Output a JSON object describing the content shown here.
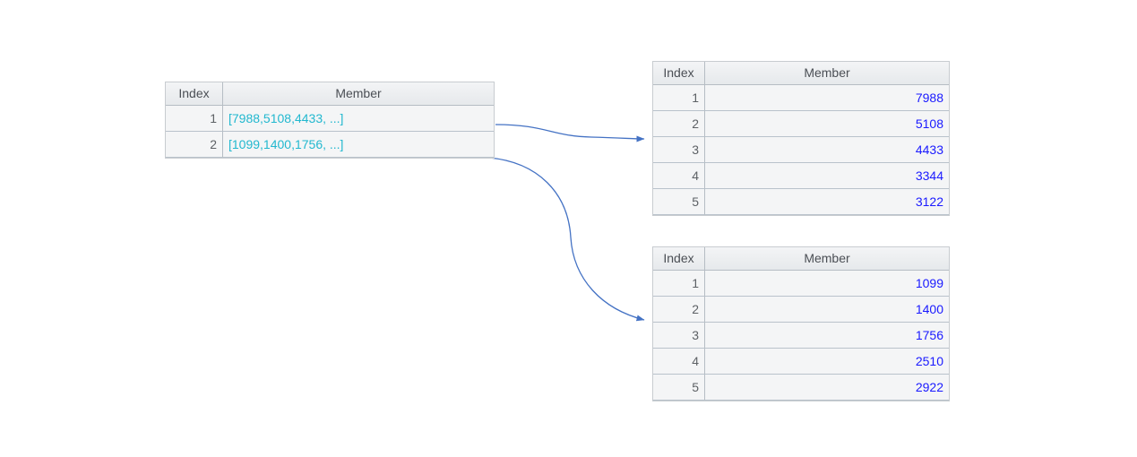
{
  "source_table": {
    "name": "source-collection-table",
    "columns": [
      "Index",
      "Member"
    ],
    "rows": [
      {
        "index": "1",
        "member": "[7988,5108,4433, ...]"
      },
      {
        "index": "2",
        "member": "[1099,1400,1756, ...]"
      }
    ]
  },
  "expanded_tables": [
    {
      "name": "expanded-members-table-1",
      "columns": [
        "Index",
        "Member"
      ],
      "rows": [
        {
          "index": "1",
          "member": "7988"
        },
        {
          "index": "2",
          "member": "5108"
        },
        {
          "index": "3",
          "member": "4433"
        },
        {
          "index": "4",
          "member": "3344"
        },
        {
          "index": "5",
          "member": "3122"
        }
      ]
    },
    {
      "name": "expanded-members-table-2",
      "columns": [
        "Index",
        "Member"
      ],
      "rows": [
        {
          "index": "1",
          "member": "1099"
        },
        {
          "index": "2",
          "member": "1400"
        },
        {
          "index": "3",
          "member": "1756"
        },
        {
          "index": "4",
          "member": "2510"
        },
        {
          "index": "5",
          "member": "2922"
        }
      ]
    }
  ],
  "connectors": [
    {
      "name": "arrow-row1-to-table1",
      "from_row": "1",
      "to_table": "expanded-members-table-1"
    },
    {
      "name": "arrow-row2-to-table2",
      "from_row": "2",
      "to_table": "expanded-members-table-2"
    }
  ],
  "colors": {
    "list_value_text": "#22b8cf",
    "number_text": "#1a1aff",
    "index_text": "#5d6165",
    "header_text": "#4b4f55",
    "arrow": "#4472c4",
    "grid_line": "#b9c2cb",
    "row_background": "#f4f5f6"
  }
}
